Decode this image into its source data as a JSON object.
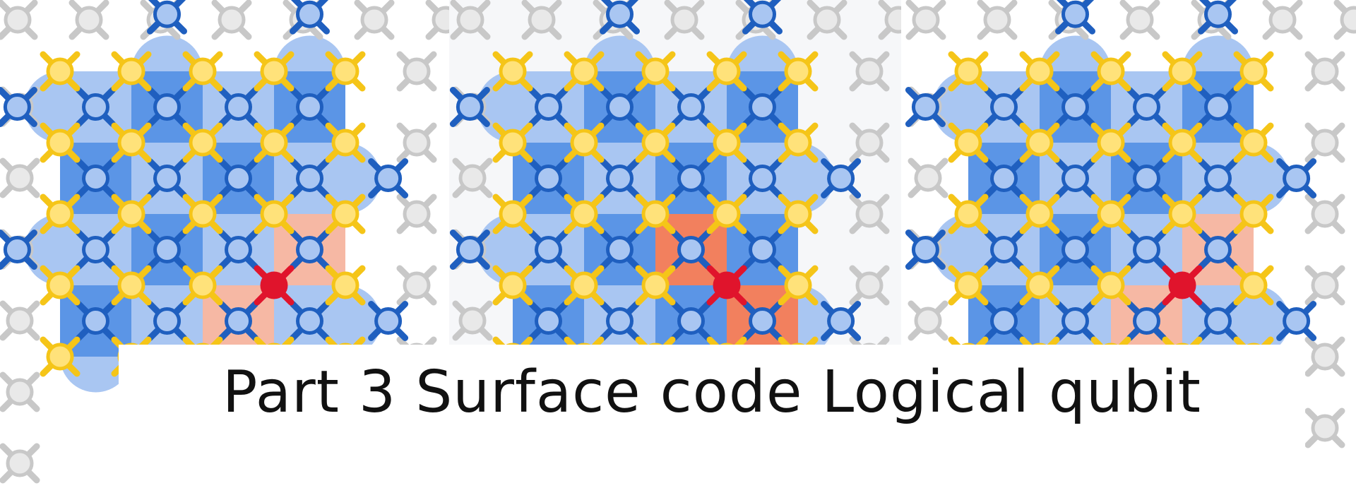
{
  "caption": {
    "title": "Part 3  Surface code Logical qubit"
  },
  "colors": {
    "plaquette_light": "#a9c6f2",
    "plaquette_dark": "#5b95e6",
    "data_qubit": "#f5c518",
    "data_qubit_fill": "#ffe27a",
    "measure_qubit": "#1f5fbf",
    "measure_qubit_fill": "#a9c6f2",
    "inactive_qubit": "#c8c8c8",
    "error_qubit": "#e0142c",
    "flagged_light": "#f6b8a4",
    "flagged_strong": "#f2805e"
  },
  "icons": {
    "data": "data-qubit-icon",
    "measure": "measure-qubit-icon",
    "inactive": "inactive-qubit-icon",
    "error": "error-qubit-icon"
  },
  "panels": [
    {
      "name": "lattice-panel-1",
      "error": [
        3,
        3
      ],
      "flagged": [
        [
          3,
          2,
          "light"
        ],
        [
          2,
          3,
          "light"
        ]
      ]
    },
    {
      "name": "lattice-panel-2",
      "error": [
        3,
        3
      ],
      "flagged": [
        [
          2,
          2,
          "strong"
        ],
        [
          3,
          3,
          "strong"
        ]
      ]
    },
    {
      "name": "lattice-panel-3",
      "error": [
        3,
        3
      ],
      "flagged": [
        [
          3,
          2,
          "light"
        ],
        [
          2,
          3,
          "light"
        ]
      ]
    }
  ]
}
